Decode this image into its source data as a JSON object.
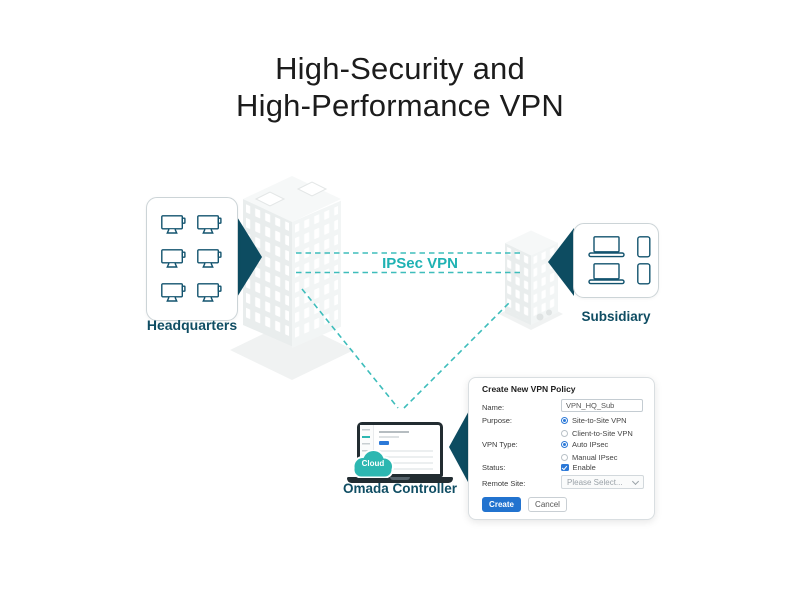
{
  "title": {
    "line1": "High-Security and",
    "line2": "High-Performance VPN"
  },
  "diagram": {
    "headquarters_label": "Headquarters",
    "subsidiary_label": "Subsidiary",
    "controller_label": "Omada Controller",
    "cloud_badge": "Cloud",
    "link_label": "IPSec VPN"
  },
  "dialog": {
    "title": "Create New VPN Policy",
    "name_label": "Name:",
    "name_value": "VPN_HQ_Sub",
    "purpose_label": "Purpose:",
    "purpose_options": [
      {
        "label": "Site-to-Site VPN",
        "selected": true
      },
      {
        "label": "Client-to-Site VPN",
        "selected": false
      }
    ],
    "vpn_type_label": "VPN Type:",
    "vpn_type_options": [
      {
        "label": "Auto IPsec",
        "selected": true
      },
      {
        "label": "Manual IPsec",
        "selected": false
      }
    ],
    "status_label": "Status:",
    "status_option": "Enable",
    "status_checked": true,
    "remote_site_label": "Remote Site:",
    "remote_site_value": "Please Select...",
    "create_button": "Create",
    "cancel_button": "Cancel"
  },
  "colors": {
    "accent_teal": "#1fb2b3",
    "dark_teal": "#0d4c61",
    "cloud_teal": "#2db7b1",
    "button_blue": "#2273cf",
    "title_text": "#1c1c1c",
    "building_gray": "#e9eded"
  }
}
